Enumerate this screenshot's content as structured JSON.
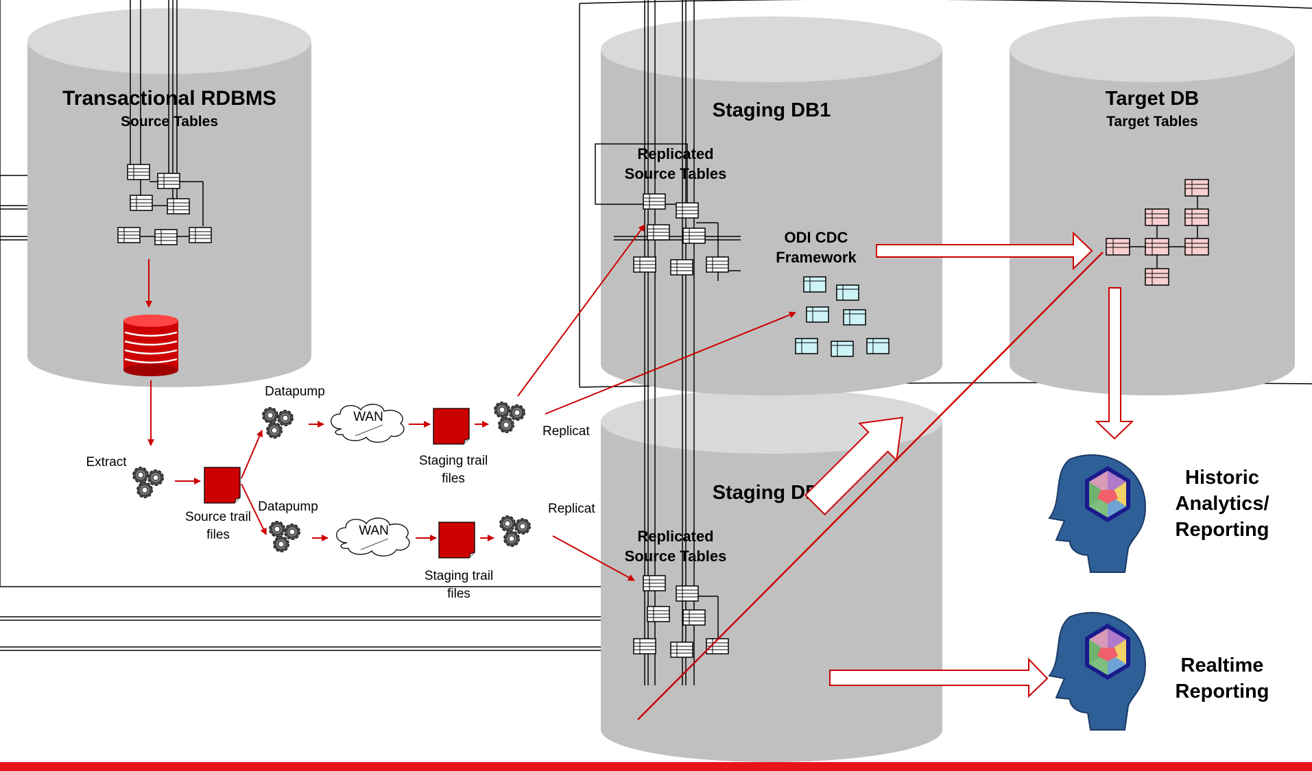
{
  "databases": {
    "source": {
      "title": "Transactional RDBMS",
      "subtitle": "Source Tables"
    },
    "staging1": {
      "title": "Staging DB1",
      "replicated_label_line1": "Replicated",
      "replicated_label_line2": "Source Tables"
    },
    "staging2": {
      "title": "Staging DB2",
      "replicated_label_line1": "Replicated",
      "replicated_label_line2": "Source Tables"
    },
    "target": {
      "title": "Target DB",
      "subtitle": "Target Tables"
    }
  },
  "cdc": {
    "line1": "ODI CDC",
    "line2": "Framework"
  },
  "flow": {
    "extract": "Extract",
    "source_trail_line1": "Source trail",
    "source_trail_line2": "files",
    "datapump_top": "Datapump",
    "datapump_bottom": "Datapump",
    "wan_top": "WAN",
    "wan_bottom": "WAN",
    "staging_trail_top_line1": "Staging trail",
    "staging_trail_top_line2": "files",
    "staging_trail_bottom_line1": "Staging trail",
    "staging_trail_bottom_line2": "files",
    "replicat_top": "Replicat",
    "replicat_bottom": "Replicat"
  },
  "consumers": {
    "historic": {
      "line1": "Historic",
      "line2": "Analytics/",
      "line3": "Reporting"
    },
    "realtime": {
      "line1": "Realtime",
      "line2": "Reporting"
    }
  },
  "colors": {
    "cylinder_body": "#c0c0c0",
    "cylinder_top": "#d9d9d9",
    "accent_red": "#cc0000",
    "bottom_bar": "#e8141b",
    "cdc_table": "#cdf3f7",
    "target_table": "#f9cfd0",
    "head_blue": "#2f5f97"
  }
}
